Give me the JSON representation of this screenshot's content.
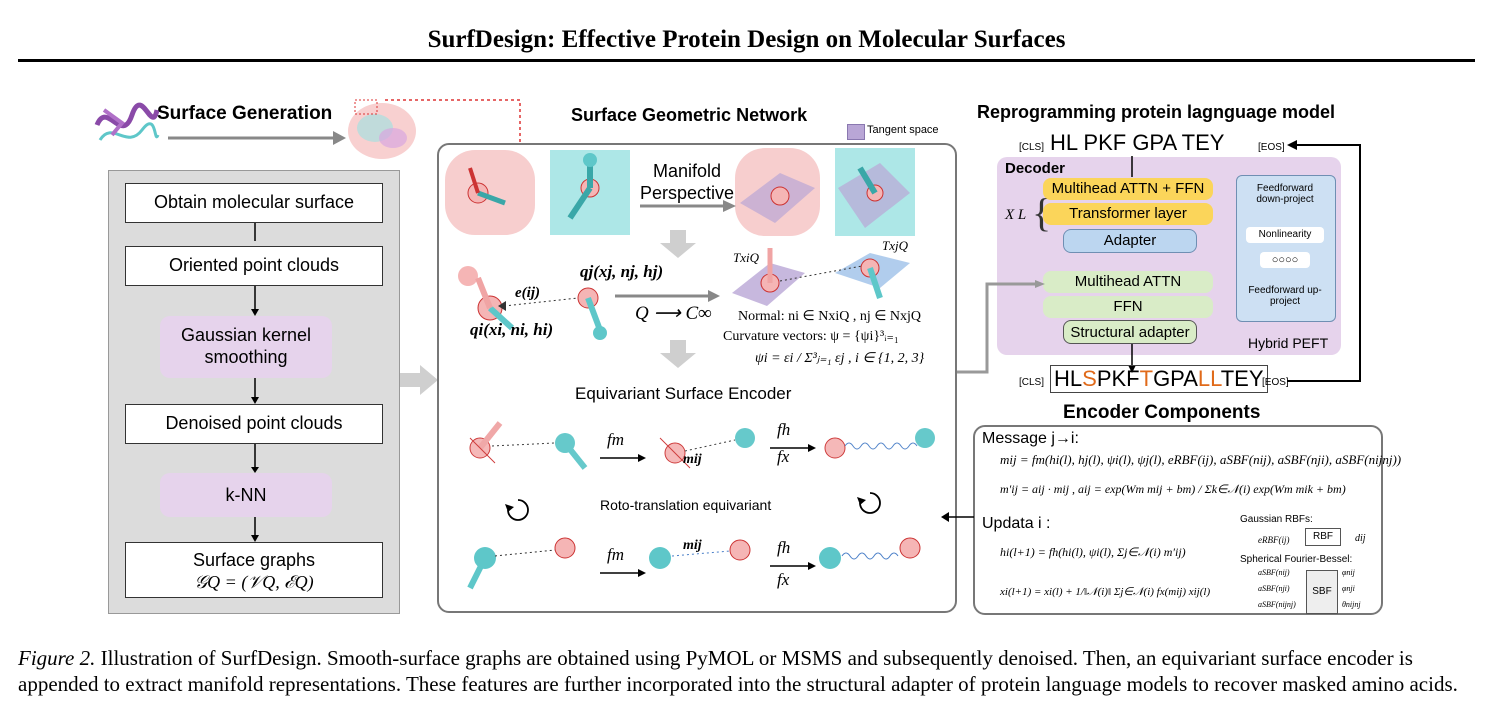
{
  "header": {
    "title": "SurfDesign: Effective Protein Design on Molecular Surfaces"
  },
  "left": {
    "title": "Surface Generation",
    "steps": [
      "Obtain molecular surface",
      "Oriented point clouds",
      "Gaussian kernel smoothing",
      "Denoised point clouds",
      "k-NN",
      "Surface graphs"
    ],
    "graph_formula": "𝒢Q = (𝒱Q, ℰQ)"
  },
  "center": {
    "title": "Surface Geometric Network",
    "legend_tangent": "Tangent space",
    "manifold": "Manifold\nPerspective",
    "q_j": "qj(xj, nj, hj)",
    "q_i": "qi(xi, ni, hi)",
    "e_ij": "e(ij)",
    "map": "Q ⟶ C∞",
    "t_xi": "TxiQ",
    "t_xj": "TxjQ",
    "normal": "Normal: ni ∈ NxiQ , nj ∈ NxjQ",
    "curv": "Curvature vectors: ψ = {ψi}³ᵢ₌₁",
    "psi": "ψi = εi / Σ³ⱼ₌₁ εj , i ∈ {1, 2, 3}",
    "encoder": "Equivariant Surface Encoder",
    "roto": "Roto-translation equivariant",
    "f_m": "fm",
    "f_h": "fh",
    "f_x": "fx",
    "m_ij": "mij"
  },
  "right": {
    "title": "Reprogramming protein lagnguage model",
    "cls": "[CLS]",
    "eos": "[EOS]",
    "seq_in": "HL PKF GPA TEY",
    "seq_out_parts": [
      "HL",
      "S",
      "PKF",
      "T",
      "GPA",
      "LL",
      "TEY"
    ],
    "decoder": "Decoder",
    "xl": "X L",
    "blocks": {
      "mha_ffn": "Multihead ATTN + FFN",
      "transformer": "Transformer layer",
      "adapter": "Adapter",
      "mha": "Multihead ATTN",
      "ffn": "FFN",
      "struct": "Structural adapter"
    },
    "peft": {
      "down": "Feedforward down-project",
      "nonlin": "Nonlinearity",
      "dots": "○○○○",
      "up": "Feedforward up-project",
      "label": "Hybrid PEFT"
    }
  },
  "encoder_components": {
    "title": "Encoder Components",
    "message": "Message j→i:",
    "m_eq": "mij = fm(hi(l), hj(l), ψi(l), ψj(l), eRBF(ij), aSBF(nij), aSBF(nji), aSBF(nijnj))",
    "m_prime": "m′ij = aij · mij ,  aij = exp(Wm mij + bm) / Σk∈𝒩(i) exp(Wm mik + bm)",
    "update": "Updata i :",
    "h_eq": "hi(l+1) = fh(hi(l), ψi(l), Σj∈𝒩(i) m′ij)",
    "x_eq": "xi(l+1) = xi(l) + 1/‖𝒩(i)‖ Σj∈𝒩(i) fx(mij) xij(l)",
    "rbf_title": "Gaussian RBFs:",
    "rbf": "RBF",
    "rbf_in": "eRBF(ij)",
    "rbf_out": "dij",
    "sbf_title": "Spherical Fourier-Bessel:",
    "sbf": "SBF",
    "sbf_rows": [
      "aSBF(nij)",
      "aSBF(nji)",
      "aSBF(nijnj)"
    ],
    "sbf_outs": [
      "φnij",
      "φnji",
      "θnijnj"
    ]
  },
  "caption": {
    "label": "Figure 2.",
    "text": "Illustration of SurfDesign. Smooth-surface graphs are obtained using PyMOL or MSMS and subsequently denoised. Then, an equivariant surface encoder is appended to extract manifold representations. These features are further incorporated into the structural adapter of protein language models to recover masked amino acids."
  },
  "colors": {
    "purple_panel": "#e6d3ec",
    "gray_panel": "#dcdcdc",
    "yellow": "#fbd55a",
    "green": "#d9ecc7",
    "blue": "#bcd6f0",
    "orange": "#e06a1a",
    "cyan": "#5ec7c9",
    "pink": "#f2a9a9"
  }
}
